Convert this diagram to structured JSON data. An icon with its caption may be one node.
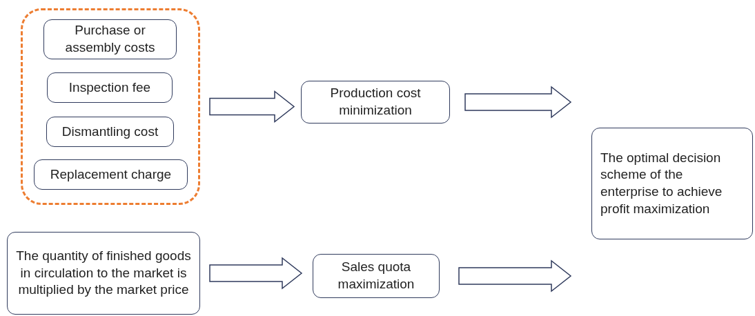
{
  "diagram": {
    "nodes": [
      {
        "text": [],
        "shape": "box"
      },
      {
        "text": [
          "Purchase or assembly costs"
        ],
        "in": 0
      },
      {
        "text": [
          "Inspection fee"
        ],
        "in": 0
      },
      {
        "text": [
          "Dismantling cost"
        ],
        "in": 0
      },
      {
        "text": [
          "Replacement charge"
        ],
        "in": 0
      },
      {
        "text": [
          "Production cost minimization"
        ]
      },
      {
        "text": [
          "The optimal decision scheme of the enterprise to achieve profit maximization"
        ]
      },
      {
        "text": [
          "The quantity of finished goods in circulation to the market is multiplied by the market price"
        ]
      },
      {
        "text": [
          "Sales quota maximization"
        ]
      }
    ],
    "edges": [
      {
        "from": 0,
        "to": 5,
        "arrow": "to"
      },
      {
        "from": 5,
        "to": 6,
        "arrow": "to"
      },
      {
        "from": 7,
        "to": 8,
        "arrow": "to"
      },
      {
        "from": 8,
        "to": 6,
        "arrow": "to"
      }
    ]
  }
}
